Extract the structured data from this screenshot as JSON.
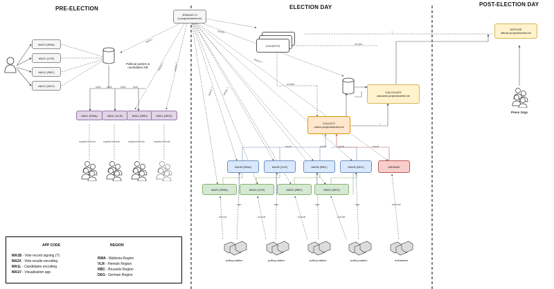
{
  "sections": {
    "pre": "PRE-ELECTION",
    "day": "ELECTION DAY",
    "post": "POST-ELECTION DAY"
  },
  "jenkins": {
    "title": "JENKINS CI",
    "host": "ci.projectmartine.be"
  },
  "cockpits": "COCKPITS",
  "diffuse": {
    "title": "DIFFUSE",
    "host": "diffuse.projectmartine.be"
  },
  "calculate": {
    "title": "CALCULATE",
    "host": "calculate.projectmartine.be"
  },
  "collect": {
    "title": "COLLECT",
    "host": "collect.projectmartine.be"
  },
  "parties_db": "Political parties & candidates DB",
  "press": "Press Orgs",
  "ma1v": [
    "MA1V (RWA)",
    "MA1V (VLR)",
    "MA1V (RBC)",
    "MA1V (DEG)"
  ],
  "ma1l": [
    "MA1L (RWA)",
    "MA1L (VLR)",
    "MA1L (RBC)",
    "MA1L (DEG)"
  ],
  "ma1b": [
    "MA1B (RWA)",
    "MA1B (VLR)",
    "MA1B (RBC)",
    "MA1B (DEG)"
  ],
  "ma2x": [
    "MA2X (RWA)",
    "MA2X (VLR)",
    "MA2X (RBC)",
    "MA2X (DEG)"
  ],
  "masmav": "MASMAV",
  "edges": {
    "deploy": "deploy",
    "deploy_q": "deploy ?",
    "store": "store",
    "read": "read",
    "register_encode": "register/encode",
    "monitor": "monitor",
    "report": "report",
    "sign": "sign",
    "encode": "encode",
    "transmit": "transmit",
    "question": "?"
  },
  "stations": [
    "polling station",
    "polling station",
    "polling station",
    "polling station",
    "embassies"
  ],
  "legend": {
    "app_code_header": "APP CODE",
    "region_header": "REGION",
    "app_codes": [
      {
        "code": "MA1B",
        "desc": " - Vote record signing (?)"
      },
      {
        "code": "MA2X",
        "desc": " - Vote results encoding"
      },
      {
        "code": "MA1L",
        "desc": " - Candidates encoding"
      },
      {
        "code": "MA1V",
        "desc": " - Visualisation app"
      }
    ],
    "regions": [
      {
        "code": "RWA",
        "desc": " - Wallonia Region"
      },
      {
        "code": "VLR",
        "desc": " - Flemish Region"
      },
      {
        "code": "RBC",
        "desc": " - Brussels Region"
      },
      {
        "code": "DEG",
        "desc": " - German Region"
      }
    ]
  }
}
